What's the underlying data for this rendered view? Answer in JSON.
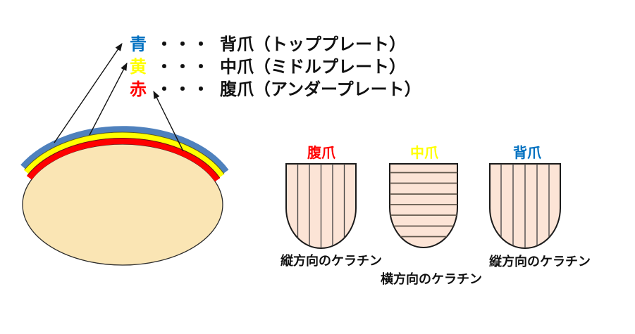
{
  "canvas": {
    "background": "#FFFFFF"
  },
  "legend": {
    "rows": [
      {
        "key": "青",
        "key_color": "#0070C0",
        "dots": "・・・",
        "label": "背爪（トッププレート）"
      },
      {
        "key": "黄",
        "key_color": "#FFFF00",
        "dots": "・・・",
        "label": "中爪（ミドルプレート）"
      },
      {
        "key": "赤",
        "key_color": "#FF0000",
        "dots": "・・・",
        "label": "腹爪（アンダープレート）"
      }
    ]
  },
  "cross_section": {
    "body_fill": "#FAE5B4",
    "outline_color": "#2B2B2B",
    "layers": [
      {
        "name": "top-plate-arc",
        "color": "#4F81BD"
      },
      {
        "name": "middle-plate-arc",
        "color": "#FFFF00"
      },
      {
        "name": "under-plate-arc",
        "color": "#FF0000"
      }
    ],
    "arrow_color": "#141414"
  },
  "nails": {
    "fill": "#FCE4D6",
    "outline_color": "#1A1A1A",
    "stripe_color_vertical": "#3F3F3F",
    "stripe_color_horizontal": "#60564B",
    "items": [
      {
        "title": "腹爪",
        "title_color": "#FF0000",
        "stripe_direction": "vertical",
        "caption": "縦方向のケラチン"
      },
      {
        "title": "中爪",
        "title_color": "#FFFF00",
        "stripe_direction": "horizontal",
        "caption": "横方向のケラチン"
      },
      {
        "title": "背爪",
        "title_color": "#0070C0",
        "stripe_direction": "vertical",
        "caption": "縦方向のケラチン"
      }
    ]
  }
}
